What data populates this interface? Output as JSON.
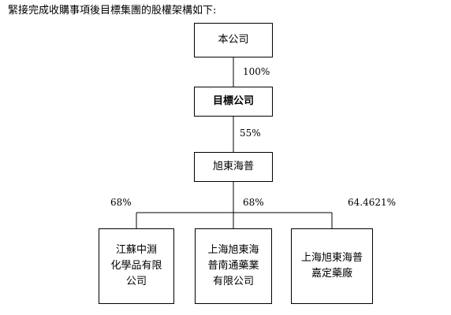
{
  "intro_text": "緊接完成收購事項後目標集團的股權架構如下:",
  "nodes": {
    "company": "本公司",
    "target": "目標公司",
    "xudong": "旭東海普",
    "jiangsu": "江蘇中淵\n化學品有限\n公司",
    "nantong": "上海旭東海\n普南通藥業\n有限公司",
    "jiading": "上海旭東海普\n嘉定藥廠"
  },
  "percentages": {
    "company_to_target": "100%",
    "target_to_xudong": "55%",
    "xudong_to_jiangsu": "68%",
    "xudong_to_nantong": "68%",
    "xudong_to_jiading": "64.4621%"
  }
}
